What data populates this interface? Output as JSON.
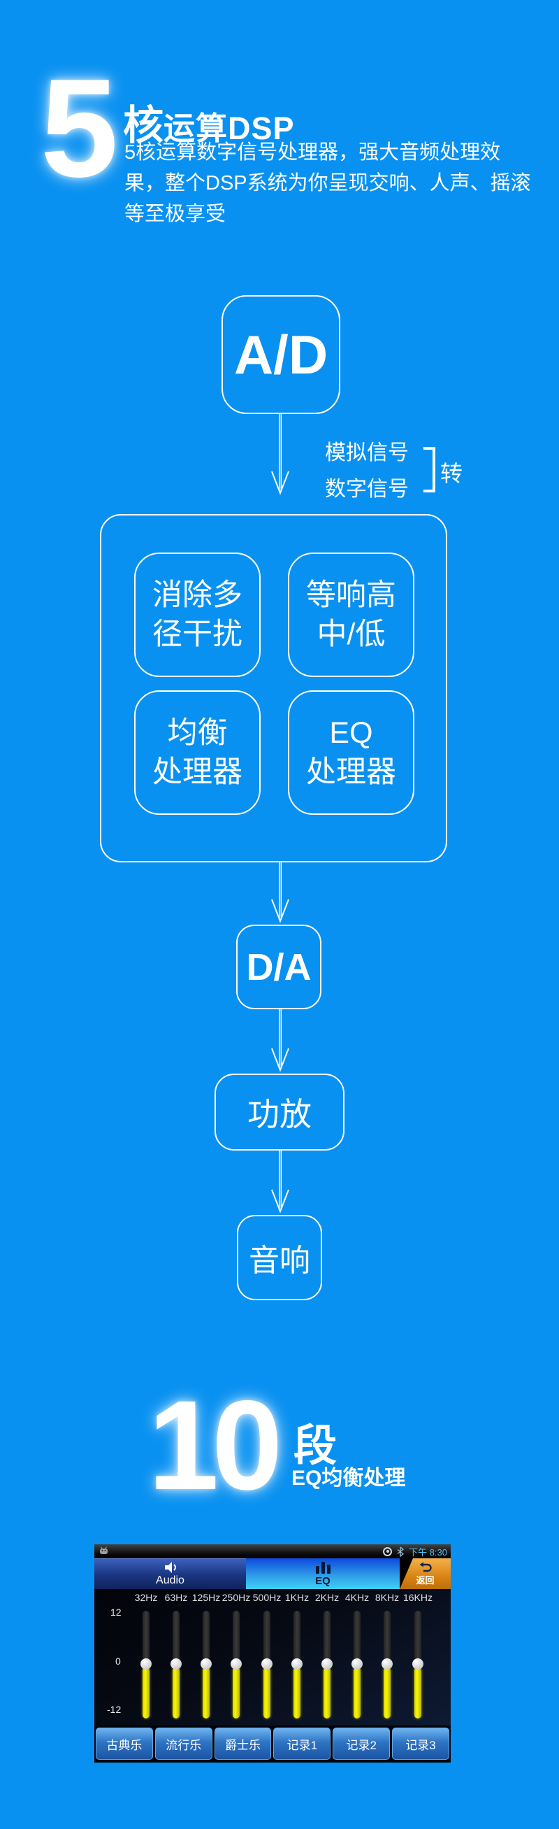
{
  "colors": {
    "page_bg": "#0991F1",
    "flow_stroke": "#FFFFFF",
    "eq_slider_yellow": "#FBF800",
    "eq_tab_gradient": [
      "#0C4ADC",
      "#3ED2F6"
    ],
    "audio_tab_gradient": [
      "#3E62BE",
      "#10235C"
    ],
    "back_tab_gradient": [
      "#F5B14A",
      "#BE6E0C"
    ],
    "preset_button_gradient": [
      "#6FB4F0",
      "#1B55A4"
    ],
    "status_time_color": "#4FC0F0"
  },
  "hero": {
    "number": "5",
    "title_big": "核",
    "title_small": "运算DSP",
    "description": "5核运算数字信号处理器，强大音频处理效果，整个DSP系统为你呈现交响、人声、摇滚等至极享受"
  },
  "flow": {
    "ad": "A/D",
    "signal_line1": "模拟信号",
    "signal_line2": "数字信号",
    "signal_side": "转",
    "boxes": [
      {
        "line1": "消除多",
        "line2": "径干扰"
      },
      {
        "line1": "等响高",
        "line2": "中/低"
      },
      {
        "line1": "均衡",
        "line2": "处理器"
      },
      {
        "line1": "EQ",
        "line2": "处理器"
      }
    ],
    "da": "D/A",
    "amp": "功放",
    "speaker": "音响"
  },
  "section_eq": {
    "number": "10",
    "unit": "段",
    "subtitle": "EQ均衡处理"
  },
  "eq_app": {
    "status": {
      "time": "下午 8:30"
    },
    "tabs": {
      "audio": "Audio",
      "eq": "EQ",
      "back": "返回"
    },
    "scale": {
      "top": "12",
      "mid": "0",
      "bottom": "-12"
    },
    "freqs": [
      "32Hz",
      "63Hz",
      "125Hz",
      "250Hz",
      "500Hz",
      "1KHz",
      "2KHz",
      "4KHz",
      "8KHz",
      "16KHz"
    ],
    "slider_gains_db": [
      0,
      0,
      0,
      0,
      0,
      0,
      0,
      0,
      0,
      0
    ],
    "presets": [
      "古典乐",
      "流行乐",
      "爵士乐",
      "记录1",
      "记录2",
      "记录3"
    ]
  }
}
